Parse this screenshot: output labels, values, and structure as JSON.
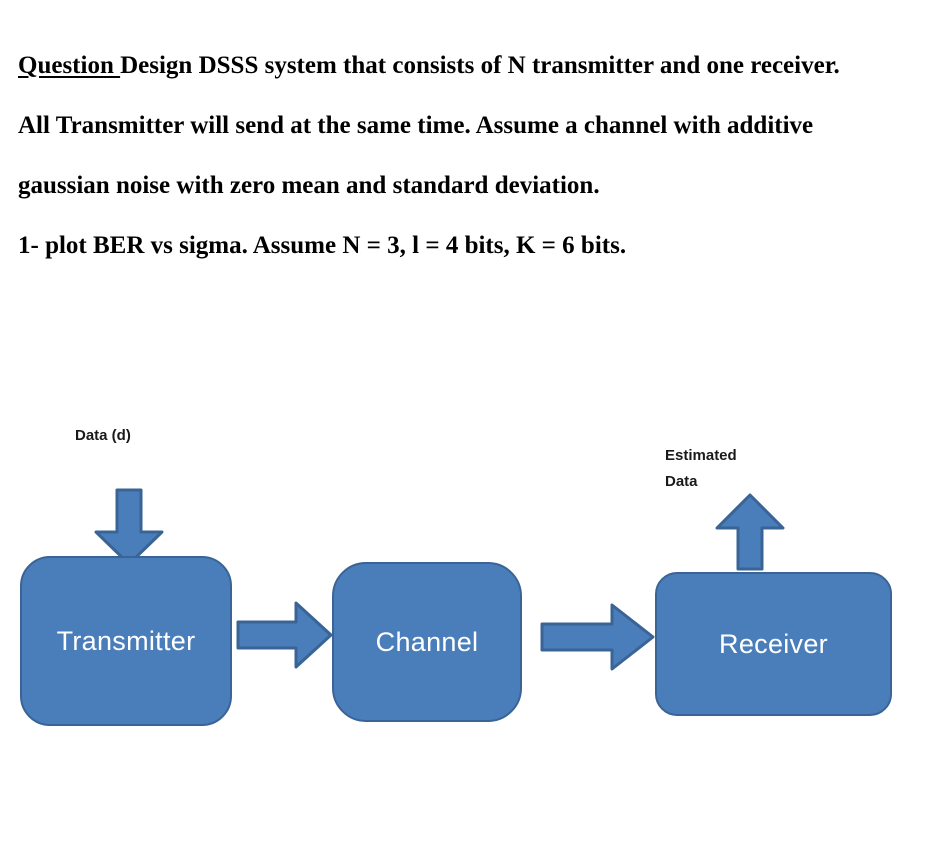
{
  "question": {
    "label": "Question ",
    "lines": [
      "Design DSSS system that consists of N transmitter and one receiver.",
      "All Transmitter will send at the same time. Assume a channel with additive",
      "gaussian noise with zero mean and standard deviation.",
      "1- plot BER vs sigma. Assume N = 3, l = 4 bits, K = 6 bits."
    ]
  },
  "diagram": {
    "input_label": "Data (d)",
    "output_label_line1": "Estimated",
    "output_label_line2": "Data",
    "nodes": [
      {
        "id": "transmitter",
        "label": "Transmitter"
      },
      {
        "id": "channel",
        "label": "Channel"
      },
      {
        "id": "receiver",
        "label": "Receiver"
      }
    ],
    "arrows": [
      {
        "id": "data-in",
        "direction": "down"
      },
      {
        "id": "estimated-out",
        "direction": "up"
      },
      {
        "id": "tx-to-channel",
        "direction": "right"
      },
      {
        "id": "channel-to-rx",
        "direction": "right"
      }
    ],
    "colors": {
      "node_fill": "#4a7ebb",
      "node_border": "#3a6396",
      "node_text": "#ffffff",
      "label_text": "#1a1a1a",
      "background": "#ffffff"
    }
  }
}
